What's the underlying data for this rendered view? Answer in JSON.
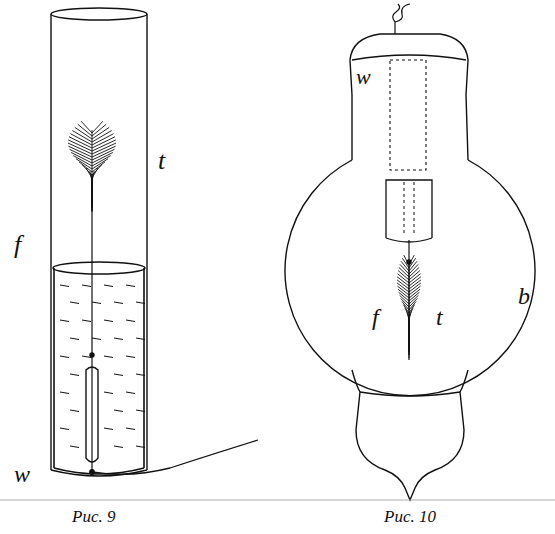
{
  "diagram": {
    "labels": [
      "t",
      "f",
      "w",
      "Рис. 9",
      "w",
      "f",
      "t",
      "b",
      "Рис. 10"
    ]
  }
}
